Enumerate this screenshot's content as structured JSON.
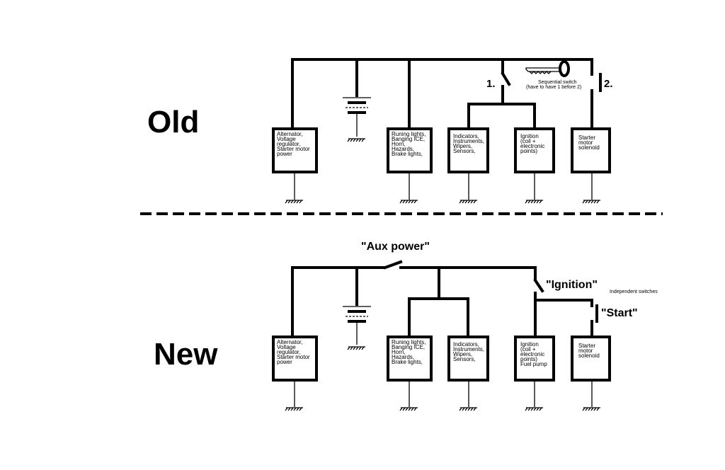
{
  "old": {
    "heading": "Old",
    "switch_1_label": "1.",
    "switch_2_label": "2.",
    "key_note_line1": "Sequential switch",
    "key_note_line2": "(have to have 1 before 2)",
    "boxes": [
      [
        "Alternator,",
        "Voltage",
        "regulator,",
        "Starter motor",
        "power"
      ],
      [
        "Runing lights,",
        "Banging ICE,",
        "Horn,",
        "Hazards,",
        "Brake lights,"
      ],
      [
        "Indicators,",
        "Instruments,",
        "Wipers,",
        "Sensors,"
      ],
      [
        "Ignition",
        "(coil +",
        "electronic",
        "points)"
      ],
      [
        "Starter",
        "motor",
        "solenoid"
      ]
    ]
  },
  "new": {
    "heading": "New",
    "aux_label": "\"Aux power\"",
    "ignition_label": "\"Ignition\"",
    "start_label": "\"Start\"",
    "note": "Independent switches",
    "boxes": [
      [
        "Alternator,",
        "Voltage",
        "regulator,",
        "Starter motor",
        "power"
      ],
      [
        "Runing lights,",
        "Banging ICE,",
        "Horn,",
        "Hazards,",
        "Brake lights,"
      ],
      [
        "Indicators,",
        "Instruments,",
        "Wipers,",
        "Sensors,"
      ],
      [
        "Ignition",
        "(coil +",
        "electronic",
        "points)",
        "Fuel pump"
      ],
      [
        "Starter",
        "motor",
        "solenoid"
      ]
    ]
  },
  "icons": [
    "battery-icon",
    "ground-icon",
    "key-icon",
    "switch-icon"
  ]
}
